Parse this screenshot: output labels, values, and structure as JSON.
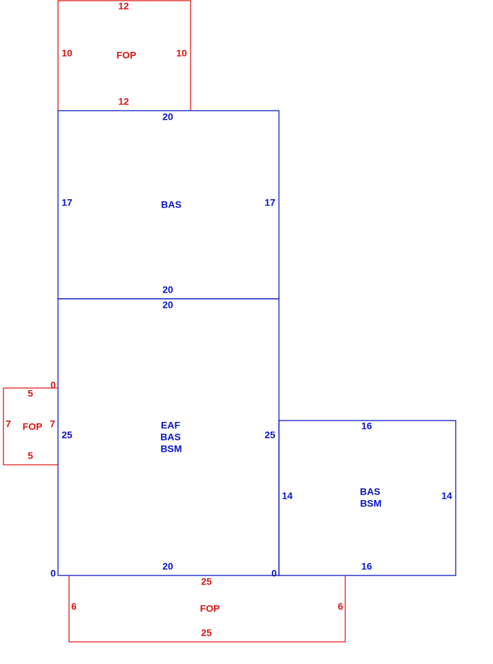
{
  "colors": {
    "living": "#0a14c8",
    "porch": "#dc1414",
    "background": "#ffffff"
  },
  "areas": {
    "fop_top": {
      "code": "FOP",
      "top": "12",
      "bottom": "12",
      "left": "10",
      "right": "10"
    },
    "bas_upper": {
      "code": "BAS",
      "top": "20",
      "bottom": "20",
      "left": "17",
      "right": "17"
    },
    "main": {
      "code_line1": "EAF",
      "code_line2": "BAS",
      "code_line3": "BSM",
      "top": "20",
      "bottom": "20",
      "left": "25",
      "right": "25",
      "corner_bl": "0"
    },
    "fop_left": {
      "code": "FOP",
      "top": "5",
      "bottom": "5",
      "left": "7",
      "right": "7",
      "corner": "0"
    },
    "bas_right": {
      "code_line1": "BAS",
      "code_line2": "BSM",
      "top": "16",
      "bottom": "16",
      "left": "14",
      "right": "14",
      "corner_bl": "0"
    },
    "fop_bottom": {
      "code": "FOP",
      "top": "25",
      "bottom": "25",
      "left": "6",
      "right": "6"
    }
  }
}
